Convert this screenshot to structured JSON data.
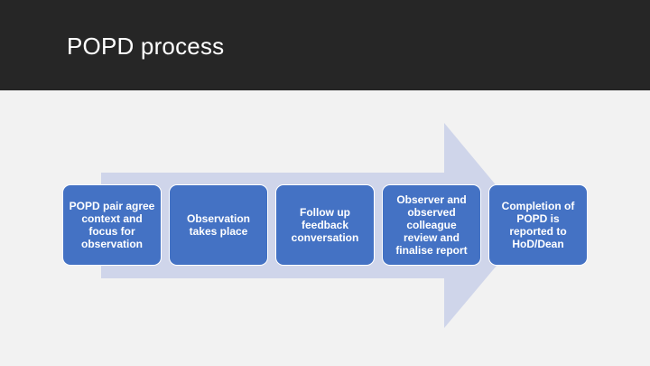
{
  "slide": {
    "title": "POPD process"
  },
  "colors": {
    "title_bar": "#262626",
    "background": "#f2f2f2",
    "arrow": "#cfd5ea",
    "step_fill": "#4472c4",
    "step_text": "#ffffff"
  },
  "process": {
    "steps": [
      {
        "label": "POPD pair agree context and focus for observation"
      },
      {
        "label": "Observation takes place"
      },
      {
        "label": "Follow up feedback conversation"
      },
      {
        "label": "Observer and observed colleague review and finalise report"
      },
      {
        "label": "Completion of POPD is reported to HoD/Dean"
      }
    ]
  }
}
